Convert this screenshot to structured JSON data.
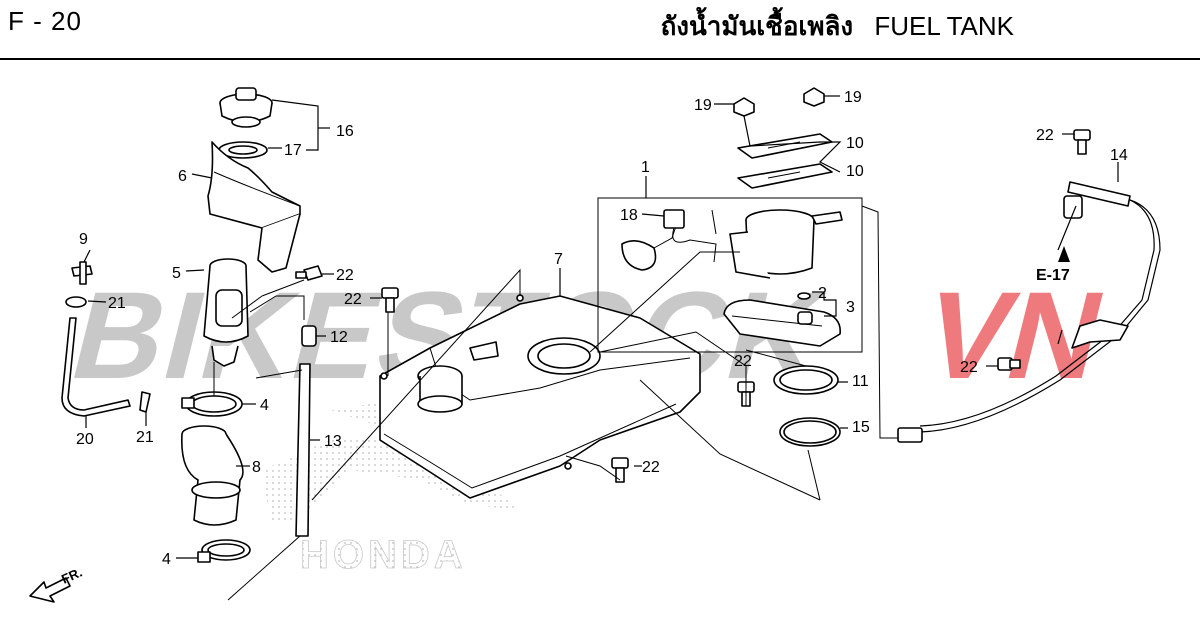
{
  "header": {
    "page_code": "F - 20",
    "title_thai": "ถังน้ำมันเชื้อเพลิง",
    "title_en": "FUEL TANK"
  },
  "watermark": {
    "text": "BIKESTOCKVN",
    "part_a": "BIKESTOCK",
    "part_b": "VN",
    "color_a": "#b0b0b0",
    "color_b": "#e8474b"
  },
  "ref": {
    "label": "E-17"
  },
  "direction": {
    "label": "FR."
  },
  "brand": {
    "text": "HONDA"
  },
  "callouts": {
    "c1": "1",
    "c2": "2",
    "c3": "3",
    "c4a": "4",
    "c4b": "4",
    "c5": "5",
    "c6": "6",
    "c7": "7",
    "c8": "8",
    "c9": "9",
    "c10a": "10",
    "c10b": "10",
    "c11": "11",
    "c12": "12",
    "c13": "13",
    "c14": "14",
    "c15": "15",
    "c16": "16",
    "c17": "17",
    "c18": "18",
    "c19a": "19",
    "c19b": "19",
    "c20": "20",
    "c21a": "21",
    "c21b": "21",
    "c22a": "22",
    "c22b": "22",
    "c22c": "22",
    "c22d": "22",
    "c22e": "22",
    "c22f": "22"
  }
}
